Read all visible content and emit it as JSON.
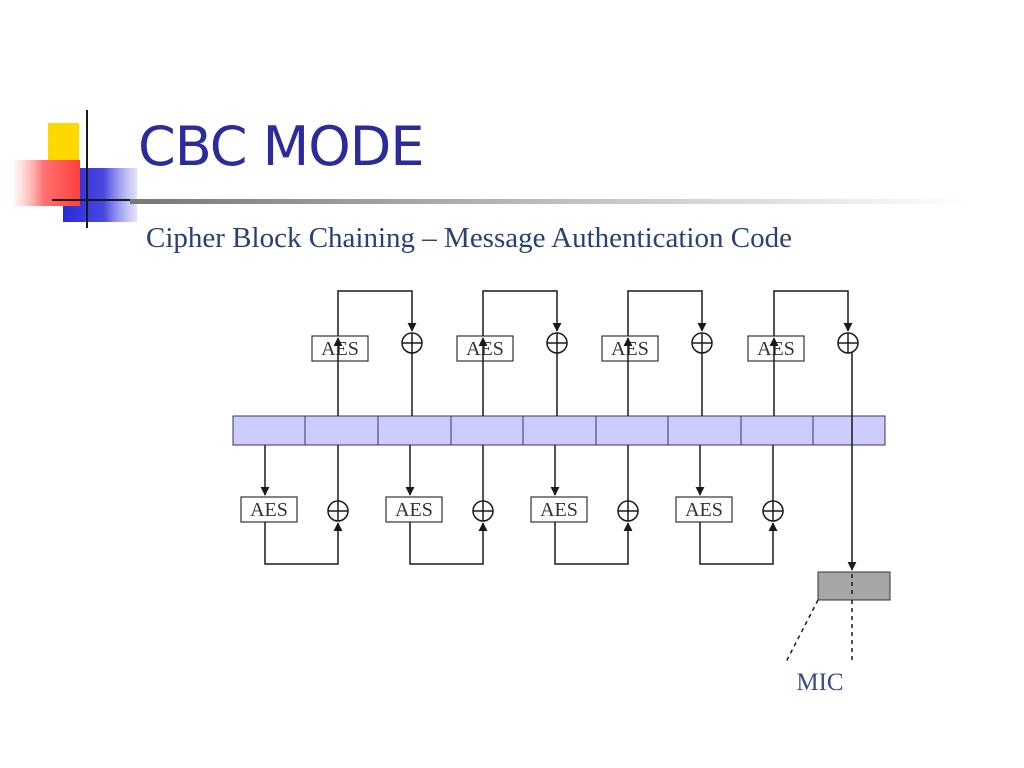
{
  "slide": {
    "title": "CBC MODE",
    "subtitle": "Cipher Block Chaining – Message Authentication Code"
  },
  "diagram": {
    "block_label": "AES",
    "output_label": "MIC"
  },
  "colors": {
    "title": "#2b2b99",
    "subtitle": "#2a3f73",
    "data_block_fill": "#ccccff",
    "mic_block_fill": "#a6a6a6",
    "accent_yellow": "#ffd800",
    "accent_red": "#ff5a5a",
    "accent_blue": "#2a2ad9"
  }
}
